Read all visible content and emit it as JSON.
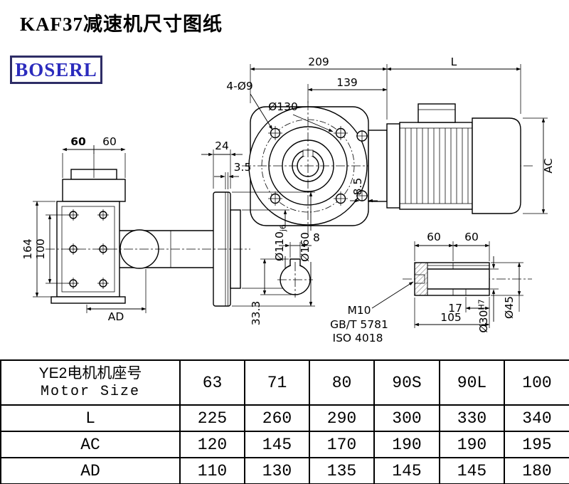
{
  "title": "KAF37减速机尺寸图纸",
  "brand": "BOSERL",
  "drawing": {
    "front": {
      "d209": "209",
      "dL": "L",
      "d139": "139",
      "holes": "4-Ø9",
      "d130": "Ø130",
      "d85": "8.5",
      "dAC": "AC"
    },
    "left": {
      "d60a": "60",
      "d60b": "60",
      "d24": "24",
      "d35": "3.5",
      "d164": "164",
      "d100": "100",
      "dAD": "AD",
      "d110": "Ø110",
      "d110_tol": "j6",
      "d160": "Ø160"
    },
    "section": {
      "d8": "8",
      "d333": "33.3"
    },
    "shaft": {
      "m10": "M10",
      "std_gb": "GB/T 5781",
      "std_iso": "ISO 4018",
      "d60a": "60",
      "d60b": "60",
      "d17": "17",
      "d105": "105",
      "d30": "Ø30",
      "d30_tol": "H7",
      "d45": "Ø45"
    }
  },
  "table": {
    "header_cn": "YE2电机机座号",
    "header_en": "Motor Size",
    "sizes": [
      "63",
      "71",
      "80",
      "90S",
      "90L",
      "100"
    ],
    "rows": [
      {
        "label": "L",
        "values": [
          "225",
          "260",
          "290",
          "300",
          "330",
          "340"
        ]
      },
      {
        "label": "AC",
        "values": [
          "120",
          "145",
          "170",
          "190",
          "190",
          "195"
        ]
      },
      {
        "label": "AD",
        "values": [
          "110",
          "130",
          "135",
          "145",
          "145",
          "180"
        ]
      }
    ]
  }
}
